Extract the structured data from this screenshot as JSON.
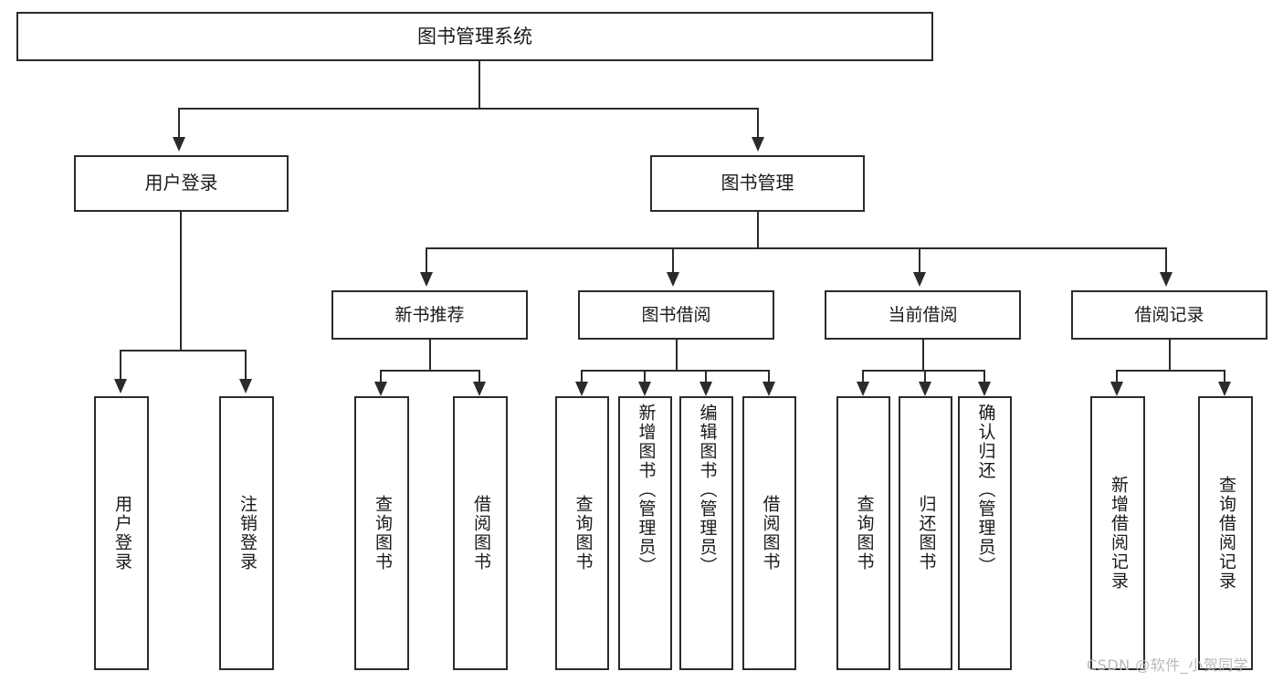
{
  "diagram": {
    "title": "图书管理系统",
    "type": "tree",
    "root": {
      "label": "图书管理系统"
    },
    "level1": [
      {
        "label": "用户登录"
      },
      {
        "label": "图书管理"
      }
    ],
    "level2": [
      {
        "label": "新书推荐"
      },
      {
        "label": "图书借阅"
      },
      {
        "label": "当前借阅"
      },
      {
        "label": "借阅记录"
      }
    ],
    "leaves": {
      "user_login": [
        {
          "label": "用户登录"
        },
        {
          "label": "注销登录"
        }
      ],
      "new_book_recommend": [
        {
          "label": "查询图书"
        },
        {
          "label": "借阅图书"
        }
      ],
      "book_borrow": [
        {
          "label": "查询图书"
        },
        {
          "label": "新增图书（管理员）"
        },
        {
          "label": "编辑图书（管理员）"
        },
        {
          "label": "借阅图书"
        }
      ],
      "current_borrow": [
        {
          "label": "查询图书"
        },
        {
          "label": "归还图书"
        },
        {
          "label": "确认归还（管理员）"
        }
      ],
      "borrow_record": [
        {
          "label": "新增借阅记录"
        },
        {
          "label": "查询借阅记录"
        }
      ]
    }
  },
  "watermark": {
    "text": "CSDN @软件_小贺同学"
  },
  "colors": {
    "stroke": "#2b2b2b",
    "fill": "#ffffff",
    "text": "#1a1a1a",
    "watermark": "#b9b9b9"
  }
}
